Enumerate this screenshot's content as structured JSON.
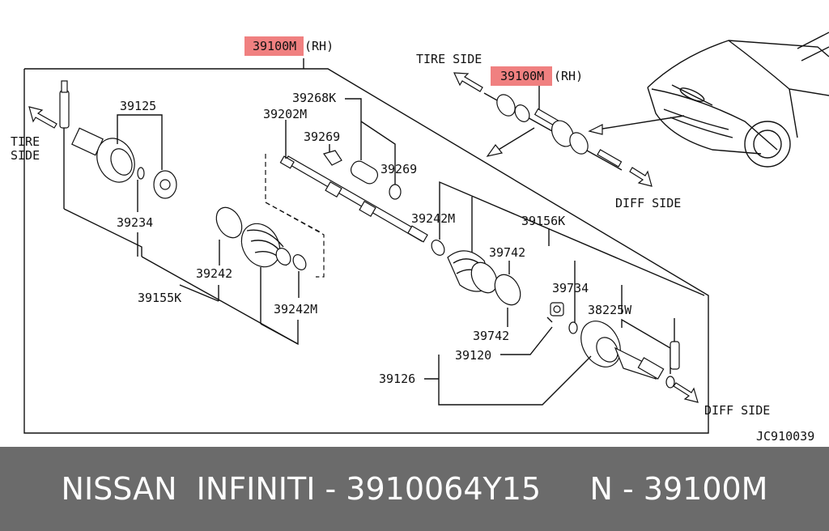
{
  "diagram": {
    "main_part_number": "39100M",
    "main_part_suffix": "(RH)",
    "inset_part_number": "39100M",
    "inset_part_suffix": "(RH)",
    "highlight_color": "#f08080",
    "labels": {
      "tire_side_left_line1": "TIRE",
      "tire_side_left_line2": "SIDE",
      "tire_side_top": "TIRE SIDE",
      "diff_side_top": "DIFF SIDE",
      "diff_side_bottom": "DIFF SIDE",
      "p39125": "39125",
      "p39234": "39234",
      "p39155k": "39155K",
      "p39242": "39242",
      "p39242m_a": "39242M",
      "p39242m_b": "39242M",
      "p39202m": "39202M",
      "p39268k": "39268K",
      "p39269_a": "39269",
      "p39269_b": "39269",
      "p39156k": "39156K",
      "p39742_a": "39742",
      "p39742_b": "39742",
      "p39734": "39734",
      "p38225w": "38225W",
      "p39120": "39120",
      "p39126": "39126",
      "figure_code": "JC910039"
    }
  },
  "footer": {
    "text": "NISSAN  INFINITI - 3910064Y15     N - 39100M",
    "background": "#6b6b6b"
  }
}
